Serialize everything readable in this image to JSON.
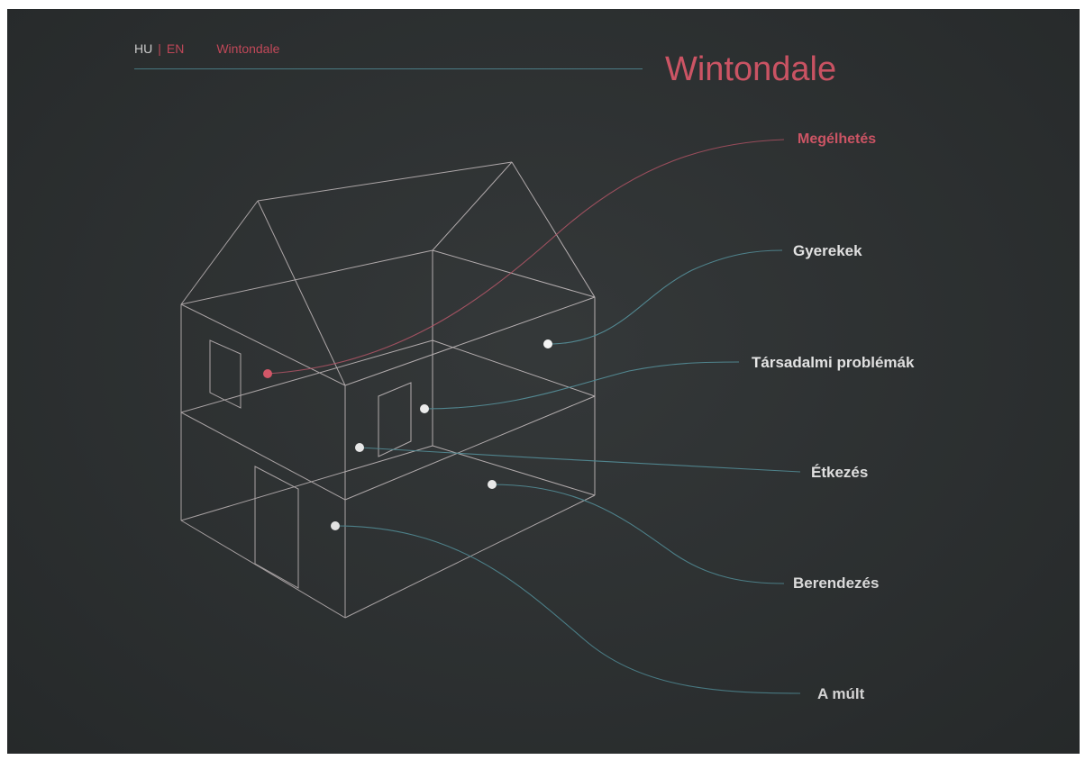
{
  "nav": {
    "lang_hu": "HU",
    "separator": "|",
    "lang_en": "EN",
    "breadcrumb": "Wintondale"
  },
  "header": {
    "title": "Wintondale"
  },
  "topics": [
    {
      "id": "megelhetes",
      "label": "Megélhetés",
      "color": "#e05a6c",
      "active": true
    },
    {
      "id": "gyerekek",
      "label": "Gyerekek",
      "color": "#f2f2f2",
      "active": false
    },
    {
      "id": "tarsadalmi",
      "label": "Társadalmi problémák",
      "color": "#f2f2f2",
      "active": false
    },
    {
      "id": "etkezes",
      "label": "Étkezés",
      "color": "#f2f2f2",
      "active": false
    },
    {
      "id": "berendezes",
      "label": "Berendezés",
      "color": "#f2f2f2",
      "active": false
    },
    {
      "id": "amult",
      "label": "A múlt",
      "color": "#f2f2f2",
      "active": false
    }
  ],
  "colors": {
    "background": "#2e3233",
    "accent": "#e05a6c",
    "connector": "#4f8791",
    "house_lines": "#cfc6c8"
  }
}
